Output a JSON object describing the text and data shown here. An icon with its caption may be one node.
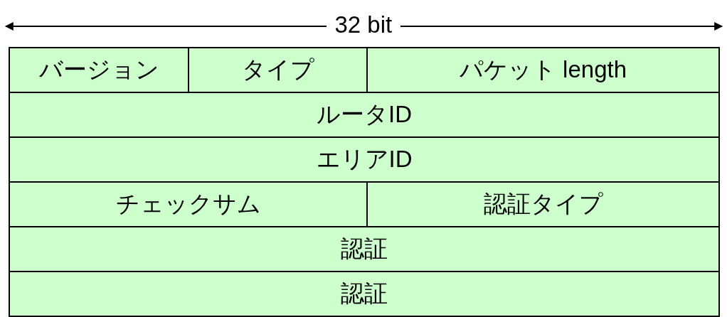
{
  "diagram": {
    "nodes": [
      {
        "text": [
          "バージョン"
        ]
      },
      {
        "text": [
          "タイプ"
        ]
      },
      {
        "text": [
          "パケット length"
        ]
      },
      {
        "text": [
          "ルータID"
        ]
      },
      {
        "text": [
          "エリアID"
        ]
      },
      {
        "text": [
          "チェックサム"
        ]
      },
      {
        "text": [
          "認証タイプ"
        ]
      },
      {
        "text": [
          "認証"
        ]
      },
      {
        "text": [
          "認証"
        ]
      }
    ],
    "labels": [
      "32 bit"
    ]
  }
}
